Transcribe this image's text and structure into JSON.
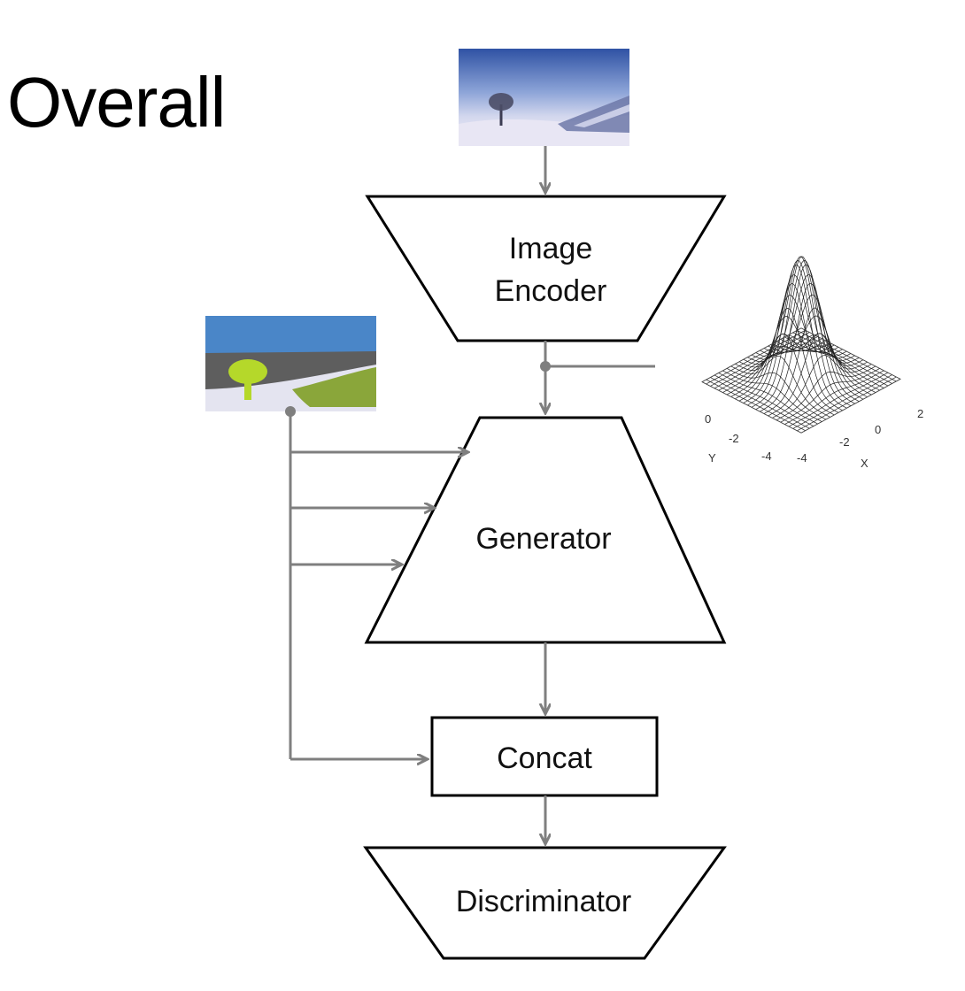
{
  "slide": {
    "title": "Overall"
  },
  "diagram": {
    "image_encoder": {
      "line1": "Image",
      "line2": "Encoder"
    },
    "generator": {
      "label": "Generator"
    },
    "concat": {
      "label": "Concat"
    },
    "discriminator": {
      "label": "Discriminator"
    },
    "latent_plot": {
      "x_ticks": [
        "-4",
        "-2",
        "0",
        "2"
      ],
      "y_ticks": [
        "-4",
        "-2",
        "0"
      ],
      "x_axis_letter": "X",
      "y_axis_letter": "Y"
    }
  },
  "colors": {
    "arrow": "#7f7f7f",
    "outline": "#000000",
    "sky_top": "#3a5ca8",
    "snow": "#e6e6f2",
    "seg_sky": "#4a86c8",
    "seg_mountain": "#5e5e5e",
    "seg_grass": "#8aa63a",
    "seg_tree": "#b5d82a",
    "seg_ground": "#e4e4f0"
  }
}
